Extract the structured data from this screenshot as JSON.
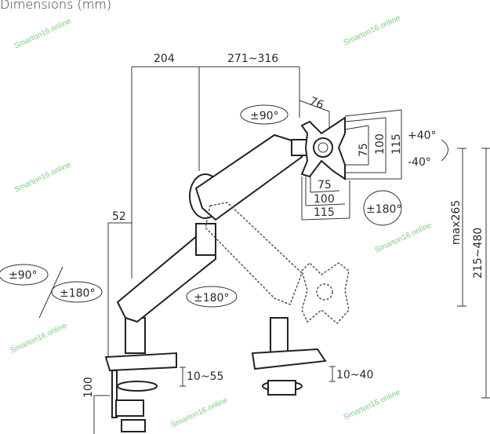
{
  "title": "Dimensions (mm)",
  "dimensions": {
    "arm_base_reach": "204",
    "arm_extension": "271~316",
    "plate_depth": "76",
    "column_offset": "52",
    "vesa_v75": "75",
    "vesa_v100": "100",
    "vesa_v115": "115",
    "vesa_h75": "75",
    "vesa_h100": "100",
    "vesa_h115": "115",
    "max_height": "max265",
    "height_range": "215~480",
    "clamp_thickness": "10~55",
    "grommet_thickness": "10~40",
    "clamp_depth": "100"
  },
  "rotations": {
    "plate_rotate": "±90°",
    "tilt_up": "+40°",
    "tilt_down": "-40°",
    "swivel_head": "±180°",
    "base_rotate": "±90°",
    "base_swivel": "±180°",
    "arm_swivel": "±180°"
  },
  "watermark": "Smarton16.online",
  "colors": {
    "line": "#333333",
    "watermark": "#7fcf7f"
  }
}
